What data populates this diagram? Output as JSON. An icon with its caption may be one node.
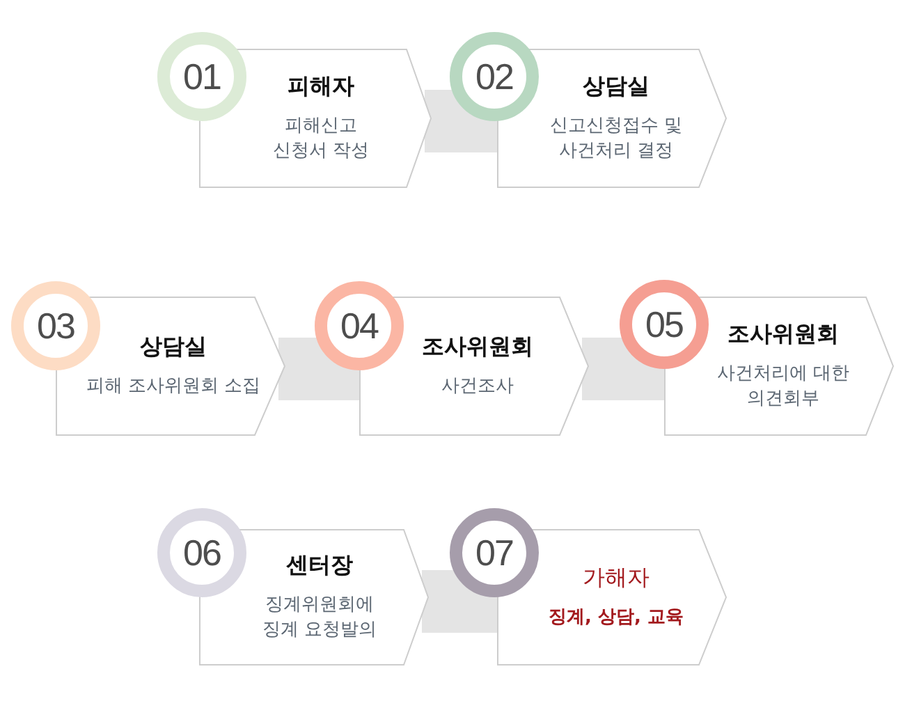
{
  "diagram": {
    "nodes": [
      {
        "text": [
          "01"
        ]
      },
      {
        "text": [
          "피해자",
          "피해신고 신청서 작성"
        ]
      },
      {
        "text": [
          "02"
        ]
      },
      {
        "text": [
          "상담실",
          "신고신청접수 및 사건처리 결정"
        ]
      },
      {
        "text": [
          "03"
        ]
      },
      {
        "text": [
          "상담실",
          "피해 조사위원회 소집"
        ]
      },
      {
        "text": [
          "04"
        ]
      },
      {
        "text": [
          "조사위원회",
          "사건조사"
        ]
      },
      {
        "text": [
          "05"
        ]
      },
      {
        "text": [
          "조사위원회",
          "사건처리에 대한 의견회부"
        ]
      },
      {
        "text": [
          "06"
        ]
      },
      {
        "text": [
          "센터장",
          "징계위원회에 징계 요청발의"
        ]
      },
      {
        "text": [
          "07"
        ]
      },
      {
        "text": [
          "가해자",
          "징계, 상담, 교육"
        ]
      }
    ],
    "edges": [
      {
        "from": 1,
        "to": 3,
        "arrow": "none"
      },
      {
        "from": 5,
        "to": 7,
        "arrow": "none"
      },
      {
        "from": 7,
        "to": 9,
        "arrow": "none"
      },
      {
        "from": 11,
        "to": 13,
        "arrow": "none"
      }
    ]
  }
}
